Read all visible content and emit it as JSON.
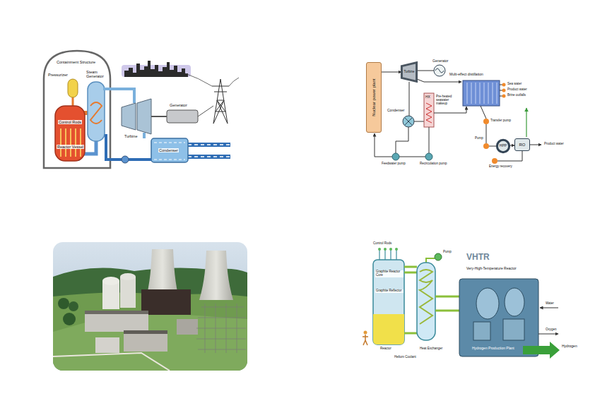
{
  "diagram": {
    "nodes": [
      {
        "text": [
          "Nuclear power plant"
        ]
      },
      {
        "text": [
          "Turbine"
        ]
      },
      {
        "text": [
          "HPP"
        ]
      },
      {
        "text": [
          "RO"
        ]
      }
    ],
    "edges": [
      {
        "from": 0,
        "to": 1,
        "arrow": "to"
      },
      {
        "from": 2,
        "to": 3,
        "arrow": "to"
      }
    ],
    "labels": [
      "Containment Structure",
      "Pressurizer",
      "Steam Generator",
      "Control Rods",
      "Reactor Vessel",
      "Turbine",
      "Generator",
      "Condenser",
      "Generator",
      "Multi-effect distillation",
      "Sea water",
      "Product water",
      "Brine outfalls",
      "Condenser",
      "HX",
      "Pre-heated seawater makeup",
      "Transfer pump",
      "Pump",
      "Product water",
      "Energy recovery",
      "Feedwater pump",
      "Recirculation pump",
      "VHTR",
      "Very-High-Temperature Reactor",
      "Control Rods",
      "Graphite Reactor Core",
      "Graphite Reflector",
      "Reactor",
      "Helium Coolant",
      "Heat Exchanger",
      "Water",
      "Oxygen",
      "Hydrogen",
      "Hydrogen Production Plant",
      "Pump"
    ]
  }
}
